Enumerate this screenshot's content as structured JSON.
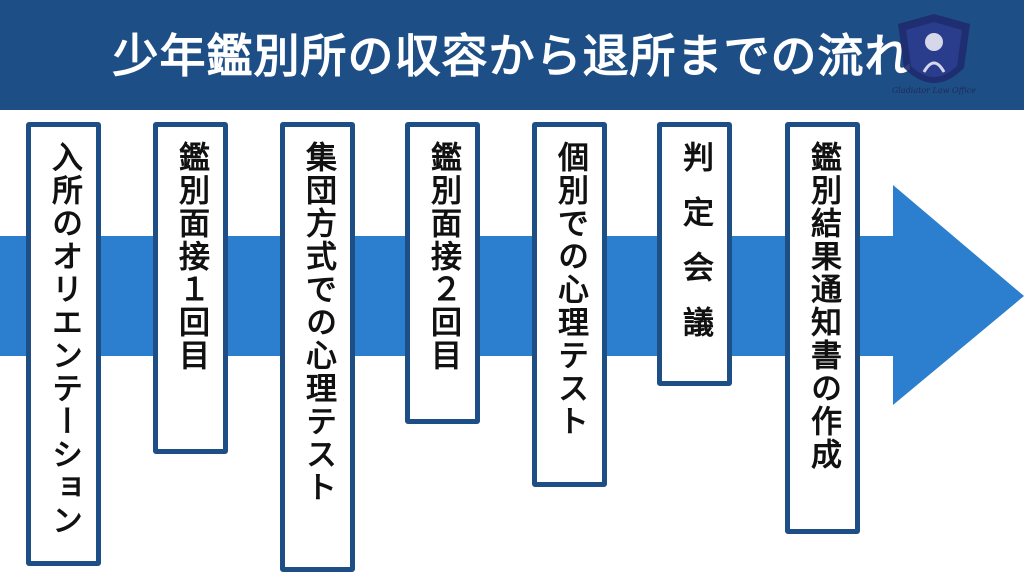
{
  "title": "少年鑑別所の収容から退所までの流れ",
  "logo": {
    "text": "Gladiator Law Office",
    "icon": "lawyer-crest-icon"
  },
  "colors": {
    "header": "#1d4f86",
    "arrow": "#2c7fce",
    "step_border": "#1d4f86"
  },
  "steps": [
    {
      "label": "入所のオリエンテーション"
    },
    {
      "label": "鑑別面接１回目"
    },
    {
      "label": "集団方式での心理テスト"
    },
    {
      "label": "鑑別面接２回目"
    },
    {
      "label": "個別での心理テスト"
    },
    {
      "label": "判定会議"
    },
    {
      "label": "鑑別結果通知書の作成"
    }
  ]
}
